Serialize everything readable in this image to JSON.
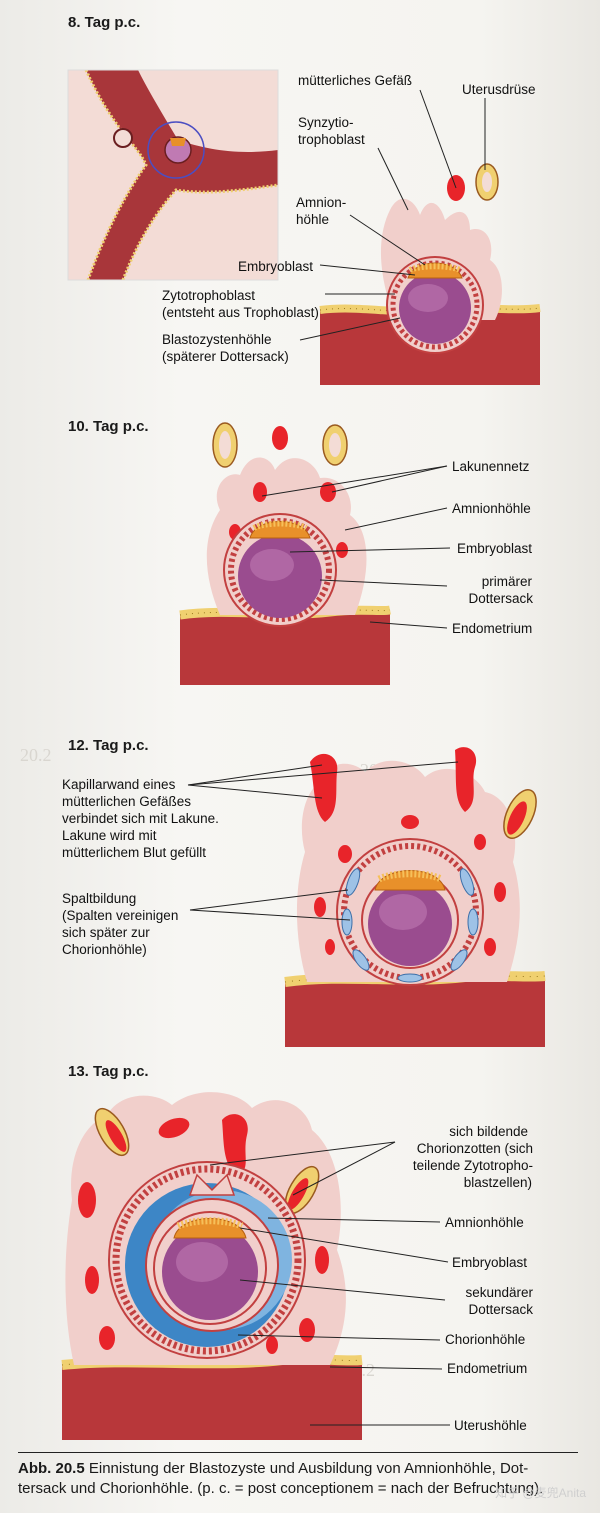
{
  "stages": [
    {
      "title": "8. Tag p.c.",
      "labels": {
        "gefaess": "mütterliches Gefäß",
        "druese": "Uterusdrüse",
        "synzytio_1": "Synzytio-",
        "synzytio_2": "trophoblast",
        "amnion_1": "Amnion-",
        "amnion_2": "höhle",
        "embryoblast": "Embryoblast",
        "zyto_1": "Zytotrophoblast",
        "zyto_2": "(entsteht aus Trophoblast)",
        "blasto_1": "Blastozystenhöhle",
        "blasto_2": "(späterer Dottersack)"
      }
    },
    {
      "title": "10. Tag p.c.",
      "labels": {
        "lakunennetz": "Lakunennetz",
        "amnionhoehle": "Amnionhöhle",
        "embryoblast": "Embryoblast",
        "primaer_1": "primärer",
        "primaer_2": "Dottersack",
        "endometrium": "Endometrium"
      }
    },
    {
      "title": "12. Tag p.c.",
      "labels": {
        "kap_1": "Kapillarwand eines",
        "kap_2": "mütterlichen Gefäßes",
        "kap_3": "verbindet sich mit Lakune.",
        "kap_4": "Lakune wird mit",
        "kap_5": "mütterlichem Blut gefüllt",
        "spalt_1": "Spaltbildung",
        "spalt_2": "(Spalten vereinigen",
        "spalt_3": "sich später zur",
        "spalt_4": "Chorionhöhle)"
      }
    },
    {
      "title": "13. Tag p.c.",
      "labels": {
        "zotten_1": "sich bildende",
        "zotten_2": "Chorionzotten (sich",
        "zotten_3": "teilende Zytotropho-",
        "zotten_4": "blastzellen)",
        "amnionhoehle": "Amnionhöhle",
        "embryoblast": "Embryoblast",
        "sek_1": "sekundärer",
        "sek_2": "Dottersack",
        "chorion": "Chorionhöhle",
        "endometrium": "Endometrium",
        "uterus": "Uterushöhle"
      }
    }
  ],
  "caption": {
    "number": "Abb. 20.5",
    "line1": " Einnistung der Blastozyste und Ausbildung von Amnionhöhle, Dot-",
    "line2": "tersack und Chorionhöhle. (p. c. = post conceptionem = nach der Befruchtung)."
  },
  "watermark": "知乎 @麦兜Anita",
  "colors": {
    "syncytium": "#f1cfcb",
    "endometrium": "#b8373a",
    "epithelium": "#f0d070",
    "lacuna": "#e8242a",
    "embryoblast": "#e8902a",
    "yolk_sac": "#9a4c8f",
    "chorion_cavity": "#3d86c6"
  }
}
